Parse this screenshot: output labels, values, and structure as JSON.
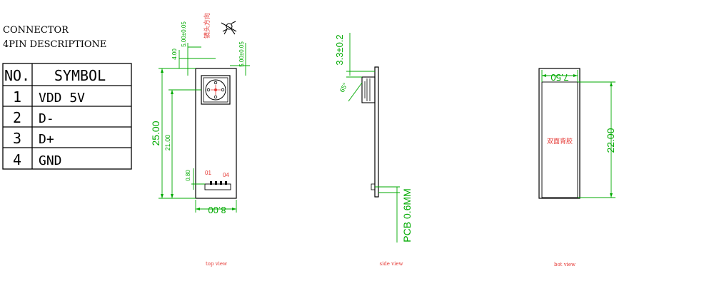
{
  "header": {
    "line1": "CONNECTOR",
    "line2": "4PIN DESCRIPTIONE"
  },
  "pin_table": {
    "headers": [
      "NO.",
      "SYMBOL"
    ],
    "rows": [
      {
        "no": "1",
        "symbol": "VDD 5V"
      },
      {
        "no": "2",
        "symbol": "D-"
      },
      {
        "no": "3",
        "symbol": "D+"
      },
      {
        "no": "4",
        "symbol": "GND"
      }
    ]
  },
  "top_view": {
    "caption": "top view",
    "dim_width": "8.00",
    "dim_height": "25.00",
    "dim_inner_height": "21.00",
    "dim_offset": "4.00",
    "dim_lens1": "5.00±0.05",
    "dim_lens2": "5.00±0.05",
    "dim_pin_height": "0.80",
    "pin_first": "01",
    "pin_last": "04",
    "orientation_label": "镜头方向"
  },
  "side_view": {
    "caption": "side view",
    "dim_height": "3.3±0.2",
    "dim_angle": "65°",
    "dim_pcb": "PCB 0.6MM"
  },
  "bot_view": {
    "caption": "bot view",
    "dim_width": "7.50",
    "dim_height": "22.00",
    "label": "双面背胶"
  },
  "colors": {
    "line": "#000000",
    "dimension": "#00aa00",
    "annotation": "#e53935"
  }
}
